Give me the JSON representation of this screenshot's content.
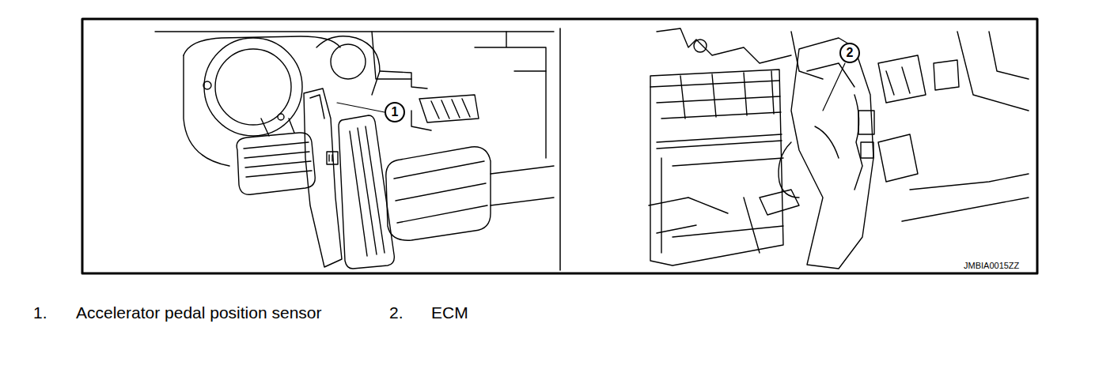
{
  "diagram": {
    "nodes": [
      {
        "text": [
          "1"
        ]
      },
      {
        "text": [
          "2"
        ]
      }
    ],
    "labels": [
      "JMBIA0015ZZ",
      "1.",
      "Accelerator pedal position sensor",
      "2.",
      "ECM"
    ]
  }
}
